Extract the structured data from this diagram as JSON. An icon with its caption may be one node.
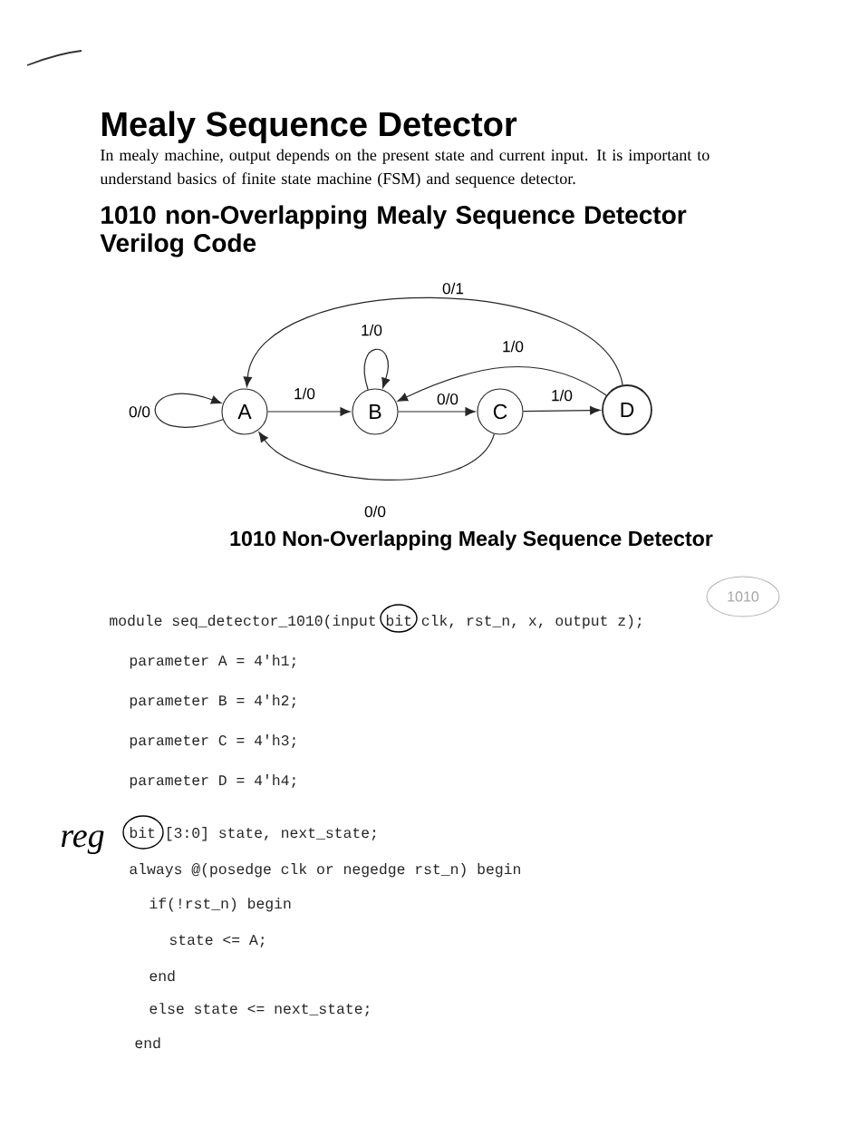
{
  "diagram": {
    "title": "Mealy Sequence Detector",
    "caption": "1010 Non-Overlapping Mealy Sequence Detector",
    "nodes": [
      {
        "text": [
          "A"
        ]
      },
      {
        "text": [
          "B"
        ]
      },
      {
        "text": [
          "C"
        ]
      },
      {
        "text": [
          "D"
        ]
      }
    ],
    "edges": [
      {
        "from": 0,
        "to": 0,
        "arrow": "to",
        "label": "0/0"
      },
      {
        "from": 0,
        "to": 1,
        "arrow": "to",
        "label": "1/0"
      },
      {
        "from": 1,
        "to": 1,
        "arrow": "to",
        "label": "1/0"
      },
      {
        "from": 1,
        "to": 2,
        "arrow": "to",
        "label": "0/0"
      },
      {
        "from": 2,
        "to": 3,
        "arrow": "to",
        "label": "1/0"
      },
      {
        "from": 3,
        "to": 1,
        "arrow": "to",
        "label": "1/0"
      },
      {
        "from": 3,
        "to": 0,
        "arrow": "to",
        "label": "0/1"
      },
      {
        "from": 2,
        "to": 0,
        "arrow": "to",
        "label": "0/0"
      }
    ],
    "labels": [
      "In mealy machine, output depends on the present state and current input. It is important to understand basics of finite state machine (FSM) and sequence detector.",
      "1010 non-Overlapping Mealy Sequence Detector Verilog Code",
      "1010",
      "module seq_detector_1010(input bit clk, rst_n, x, output z);",
      "parameter A = 4'h1;",
      "parameter B = 4'h2;",
      "parameter C = 4'h3;",
      "parameter D = 4'h4;",
      "reg",
      "bit [3:0] state, next_state;",
      "always @(posedge clk or negedge rst_n) begin",
      "if(!rst_n) begin",
      "state <= A;",
      "end",
      "else state <= next_state;",
      "end"
    ]
  }
}
